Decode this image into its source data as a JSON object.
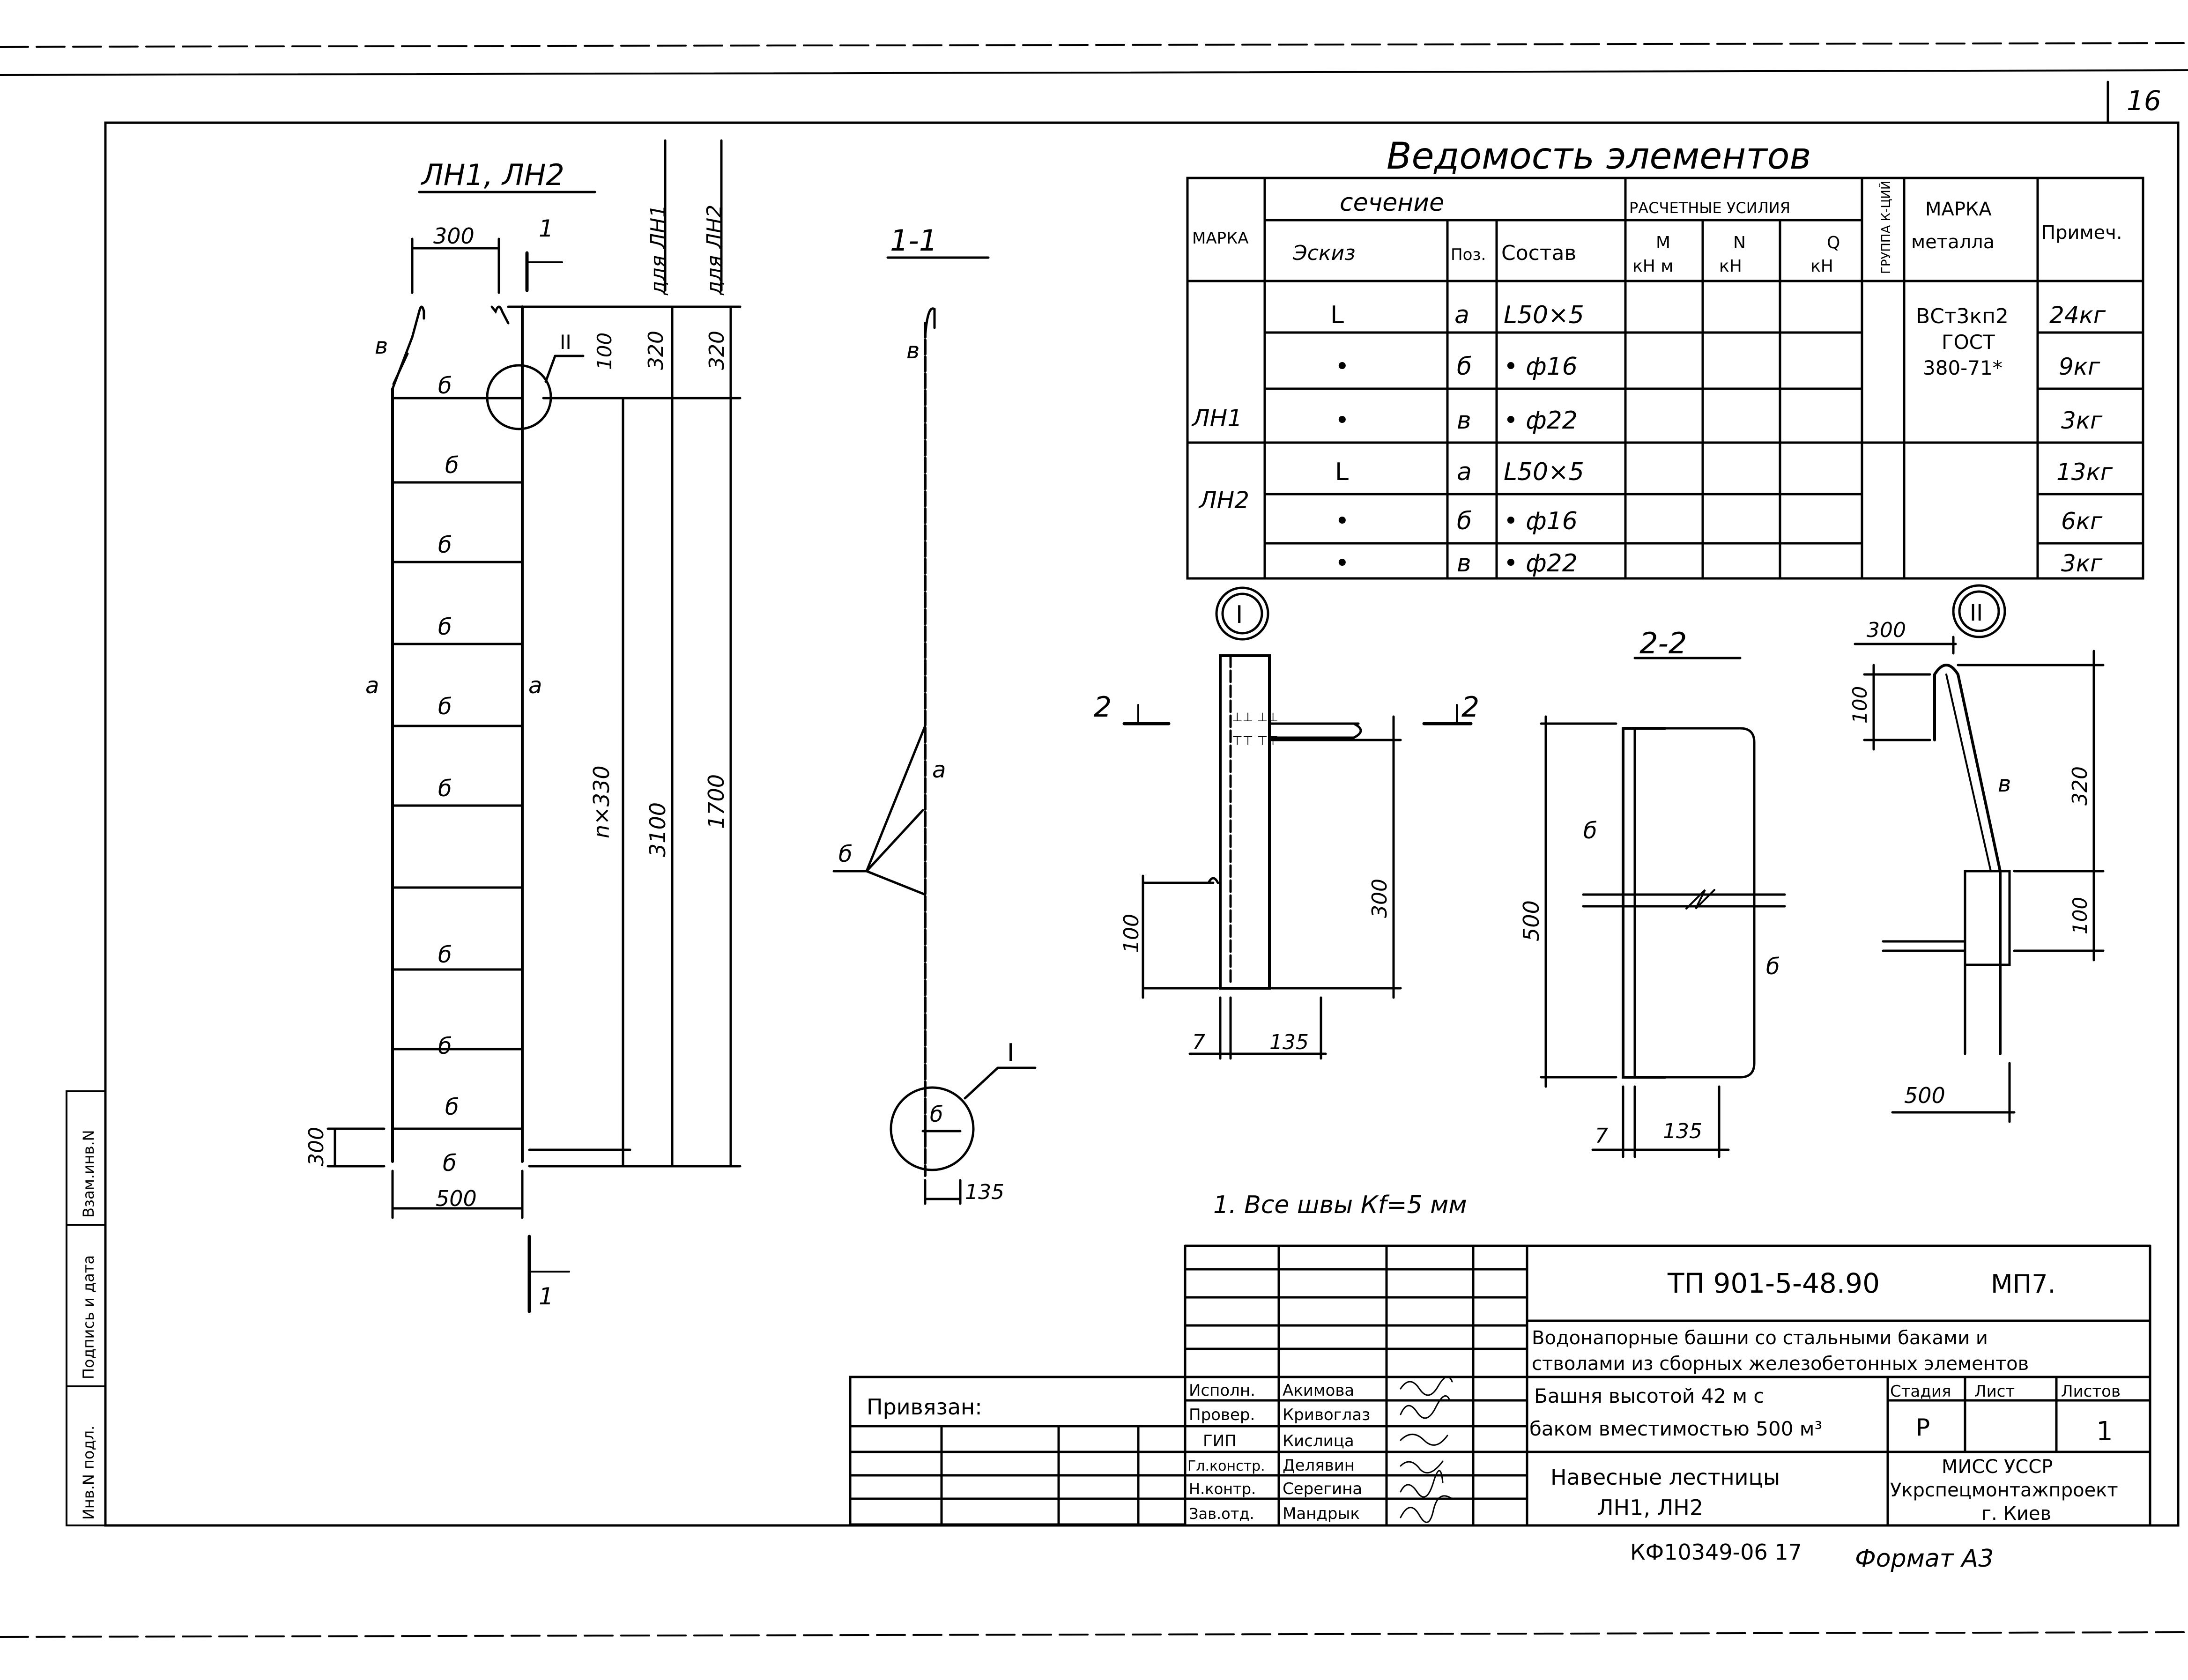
{
  "sheet_number": "16",
  "statement_title": "Ведомость элементов",
  "table": {
    "headers": {
      "mark": "МАРКА",
      "section": "сечение",
      "sketch": "Эскиз",
      "pos": "Поз.",
      "composition": "Состав",
      "forces": "РАСЧЕТНЫЕ УСИЛИЯ",
      "m": "M",
      "m_unit": "кН м",
      "n": "N",
      "n_unit": "кН",
      "q": "Q",
      "q_unit": "кН",
      "group": "ГРУППА К-ЦИЙ",
      "metal_mark": "МАРКА",
      "metal_mark2": "металла",
      "notes": "Примеч."
    },
    "groups": [
      "ЛН1",
      "ЛН2"
    ],
    "rows": [
      {
        "sketch": "L",
        "pos": "а",
        "composition": "L50×5",
        "note": "24кг"
      },
      {
        "sketch": "•",
        "pos": "б",
        "composition": "• ф16",
        "note": "9кг"
      },
      {
        "sketch": "•",
        "pos": "в",
        "composition": "• ф22",
        "note": "3кг"
      },
      {
        "sketch": "L",
        "pos": "а",
        "composition": "L50×5",
        "note": "13кг"
      },
      {
        "sketch": "•",
        "pos": "б",
        "composition": "• ф16",
        "note": "6кг"
      },
      {
        "sketch": "•",
        "pos": "в",
        "composition": "• ф22",
        "note": "3кг"
      }
    ],
    "metal": [
      "ВСт3кп2",
      "ГОСТ",
      "380-71*"
    ]
  },
  "views": {
    "front": {
      "title": "ЛН1, ЛН2",
      "width": "300",
      "base_width": "500",
      "rung": "б",
      "side": "а",
      "top_bar": "в",
      "callout": "II",
      "cut": "1",
      "dim_100": "100",
      "dim_320a": "320",
      "dim_320b": "320",
      "dim_nx330": "n×330",
      "dim_3100": "3100",
      "dim_1700": "1700",
      "dim_300": "300",
      "for_ln1": "для ЛН1",
      "for_ln2": "для ЛН2"
    },
    "section11": {
      "title": "1-1",
      "label_a": "а",
      "label_b": "б",
      "label_v": "в",
      "callout": "I",
      "dim_135": "135"
    },
    "detail1": {
      "callout": "I",
      "cut": "2",
      "dim_300": "300",
      "dim_100": "100",
      "dim_7": "7",
      "dim_135": "135"
    },
    "section22": {
      "title": "2-2",
      "dim_500": "500",
      "label_b": "б",
      "dim_7": "7",
      "dim_135": "135"
    },
    "detail2": {
      "callout": "II",
      "dim_300": "300",
      "dim_100a": "100",
      "dim_320": "320",
      "dim_100b": "100",
      "dim_500": "500",
      "label_v": "в"
    }
  },
  "note": "1. Все швы  Кf=5 мм",
  "title_block": {
    "code": "ТП 901-5-48.90",
    "album": "МП7.",
    "project": [
      "Водонапорные башни со стальными баками и",
      "стволами из сборных железобетонных элементов"
    ],
    "object": [
      "Башня высотой 42 м с",
      "баком вместимостью 500 м³"
    ],
    "sheet_title": [
      "Навесные лестницы",
      "ЛН1, ЛН2"
    ],
    "stage_label": "Стадия",
    "sheet_label": "Лист",
    "sheets_label": "Листов",
    "stage": "Р",
    "sheet": "",
    "sheets": "1",
    "org": [
      "МИСС УССР",
      "Укрспецмонтажпроект",
      "г. Киев"
    ],
    "roles": [
      {
        "role": "Исполн.",
        "name": "Акимова"
      },
      {
        "role": "Провер.",
        "name": "Кривоглаз"
      },
      {
        "role": "ГИП",
        "name": "Кислица"
      },
      {
        "role": "Гл.констр.",
        "name": "Делявин"
      },
      {
        "role": "Н.контр.",
        "name": "Серегина"
      },
      {
        "role": "Зав.отд.",
        "name": "Мандрык"
      }
    ],
    "attached": "Привязан:"
  },
  "side_stamp": [
    "Инв.N подл.",
    "Подпись и дата",
    "Взам.инв.N"
  ],
  "footer": {
    "code": "КФ10349-06  17",
    "format": "Формат А3"
  }
}
